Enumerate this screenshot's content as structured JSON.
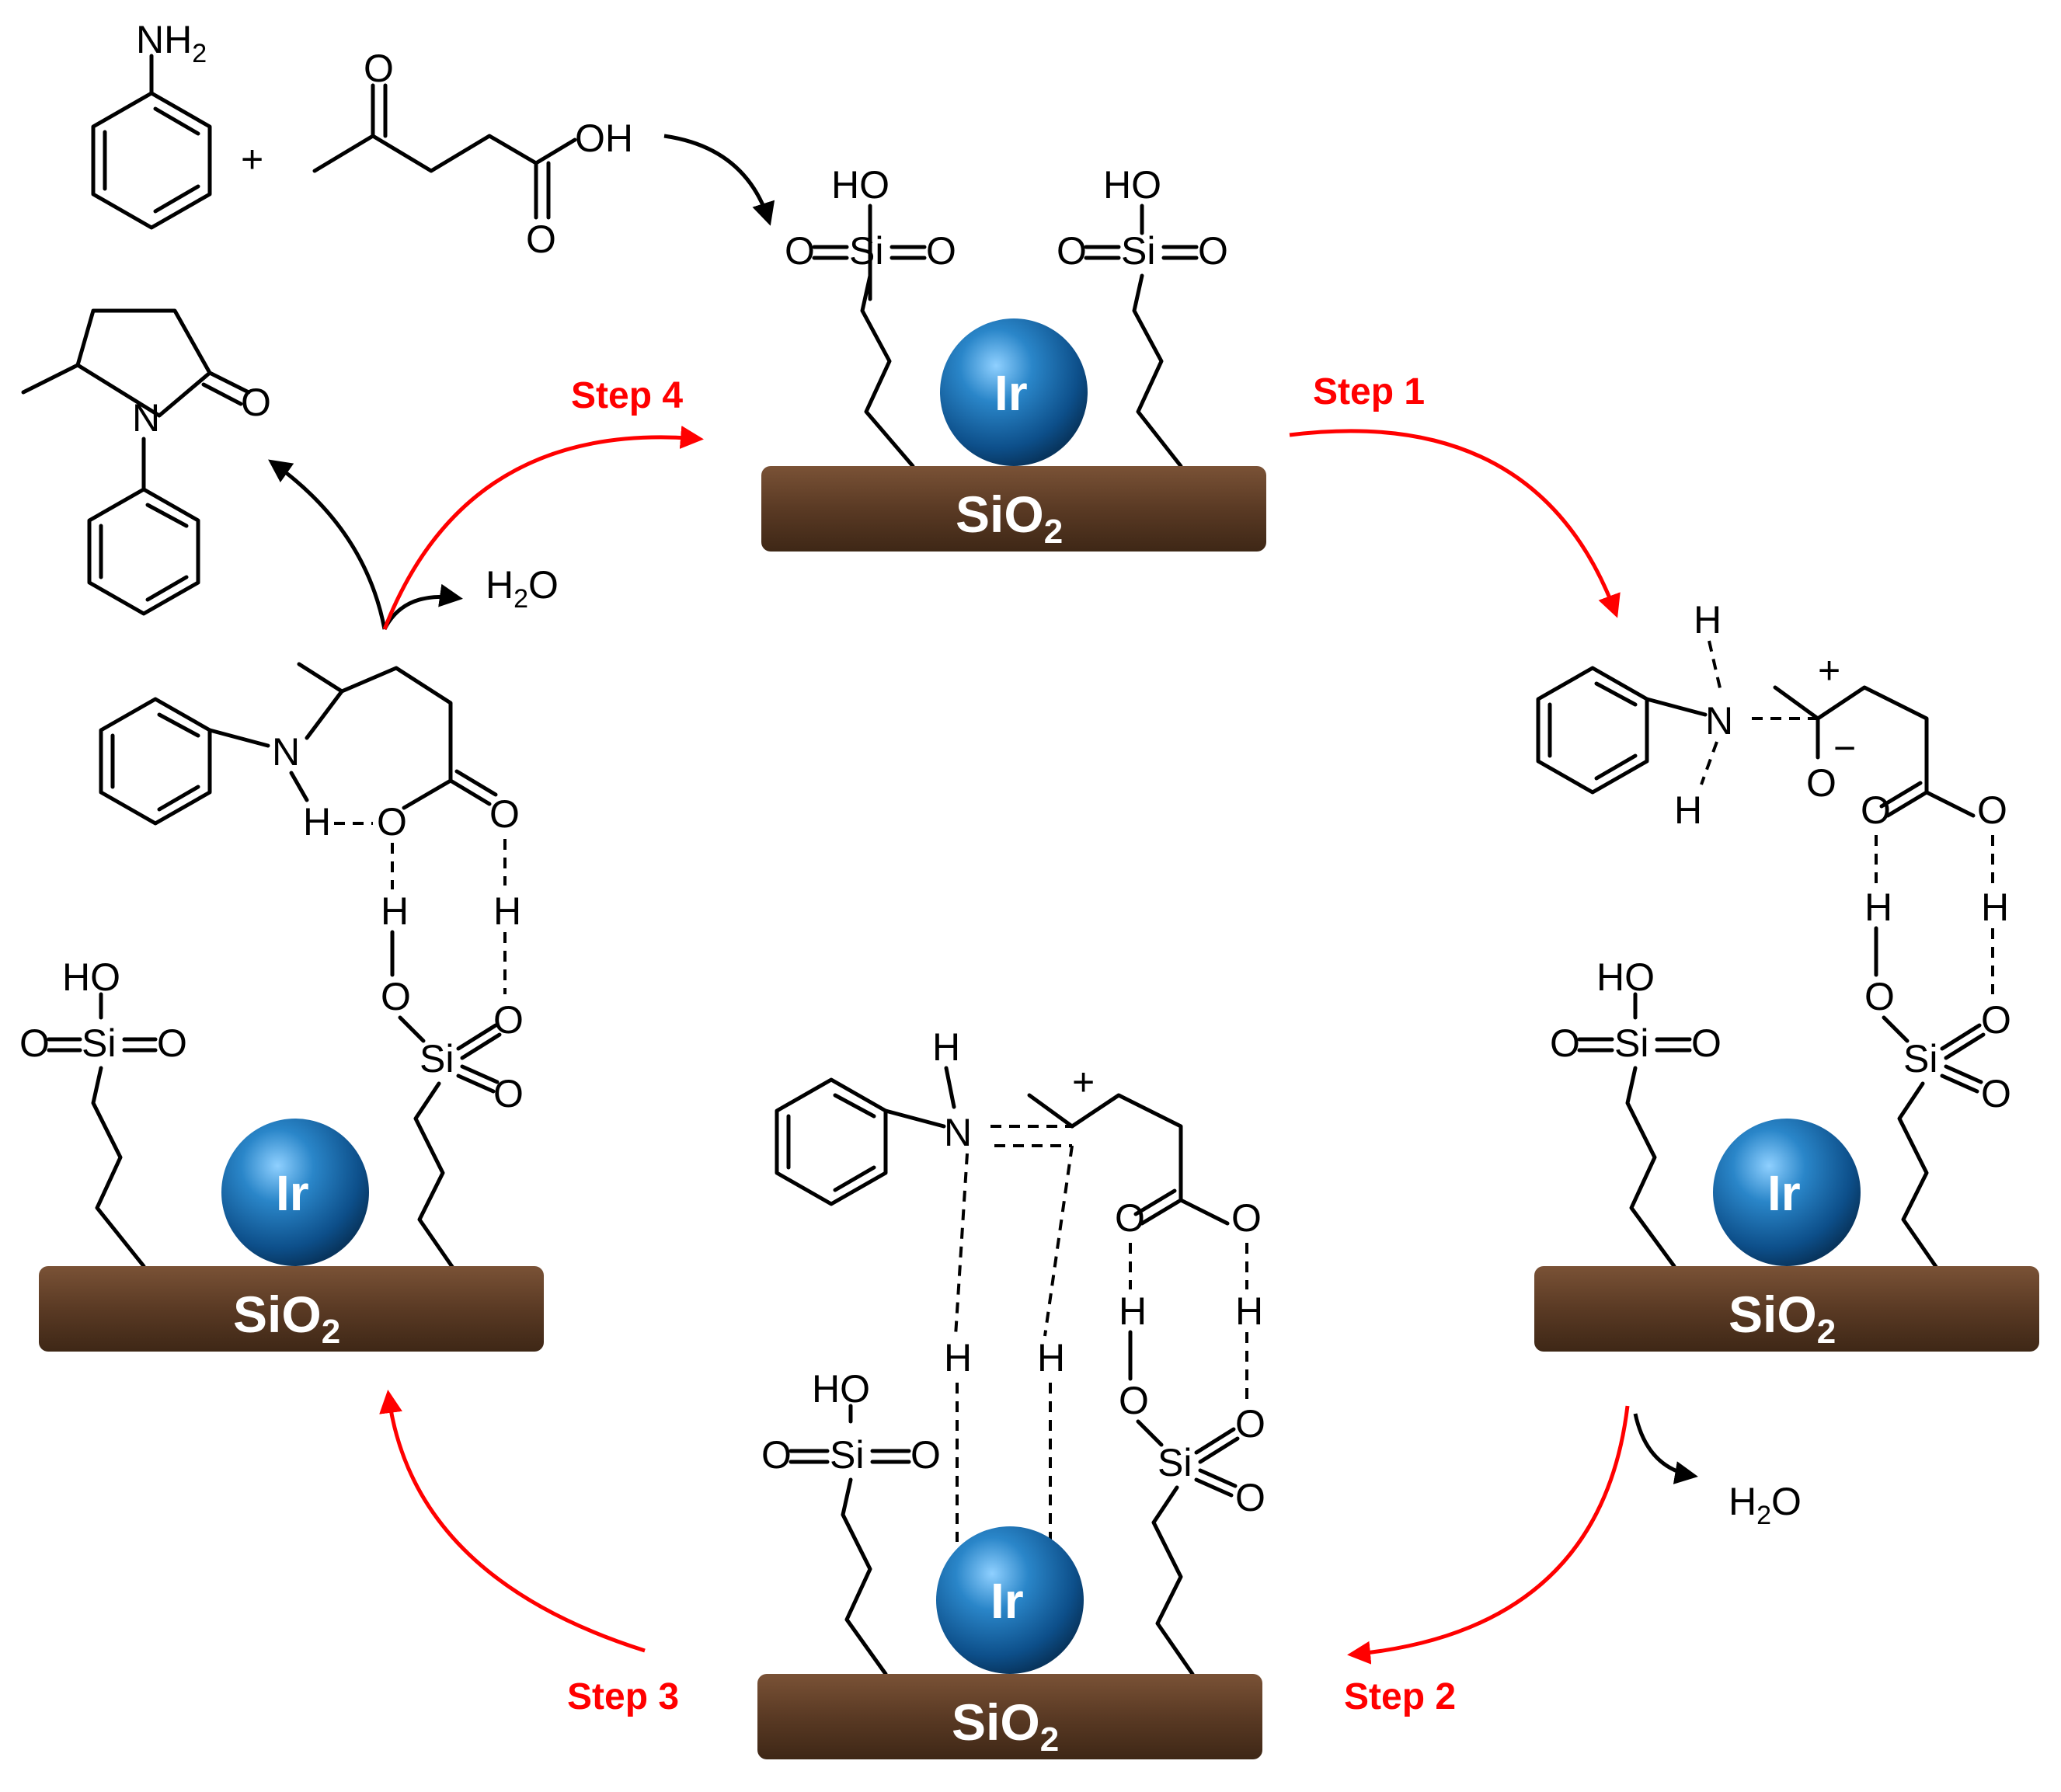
{
  "labels": {
    "step1": "Step 1",
    "step2": "Step 2",
    "step3": "Step 3",
    "step4": "Step 4",
    "water": "H",
    "water_sub": "2",
    "water_o": "O",
    "metal": "Ir",
    "support": "SiO",
    "support_sub": "2",
    "nh2": "NH",
    "nh2_sub": "2",
    "plus": "+",
    "oh": "OH",
    "ho": "HO",
    "o": "O",
    "si": "Si",
    "n": "N",
    "h": "H",
    "charge_plus": "+",
    "charge_minus": "−"
  },
  "colors": {
    "arrow_red": "#ff0000",
    "support_brown": "#5a3a24",
    "ir_blue": "#1a6fb0"
  }
}
